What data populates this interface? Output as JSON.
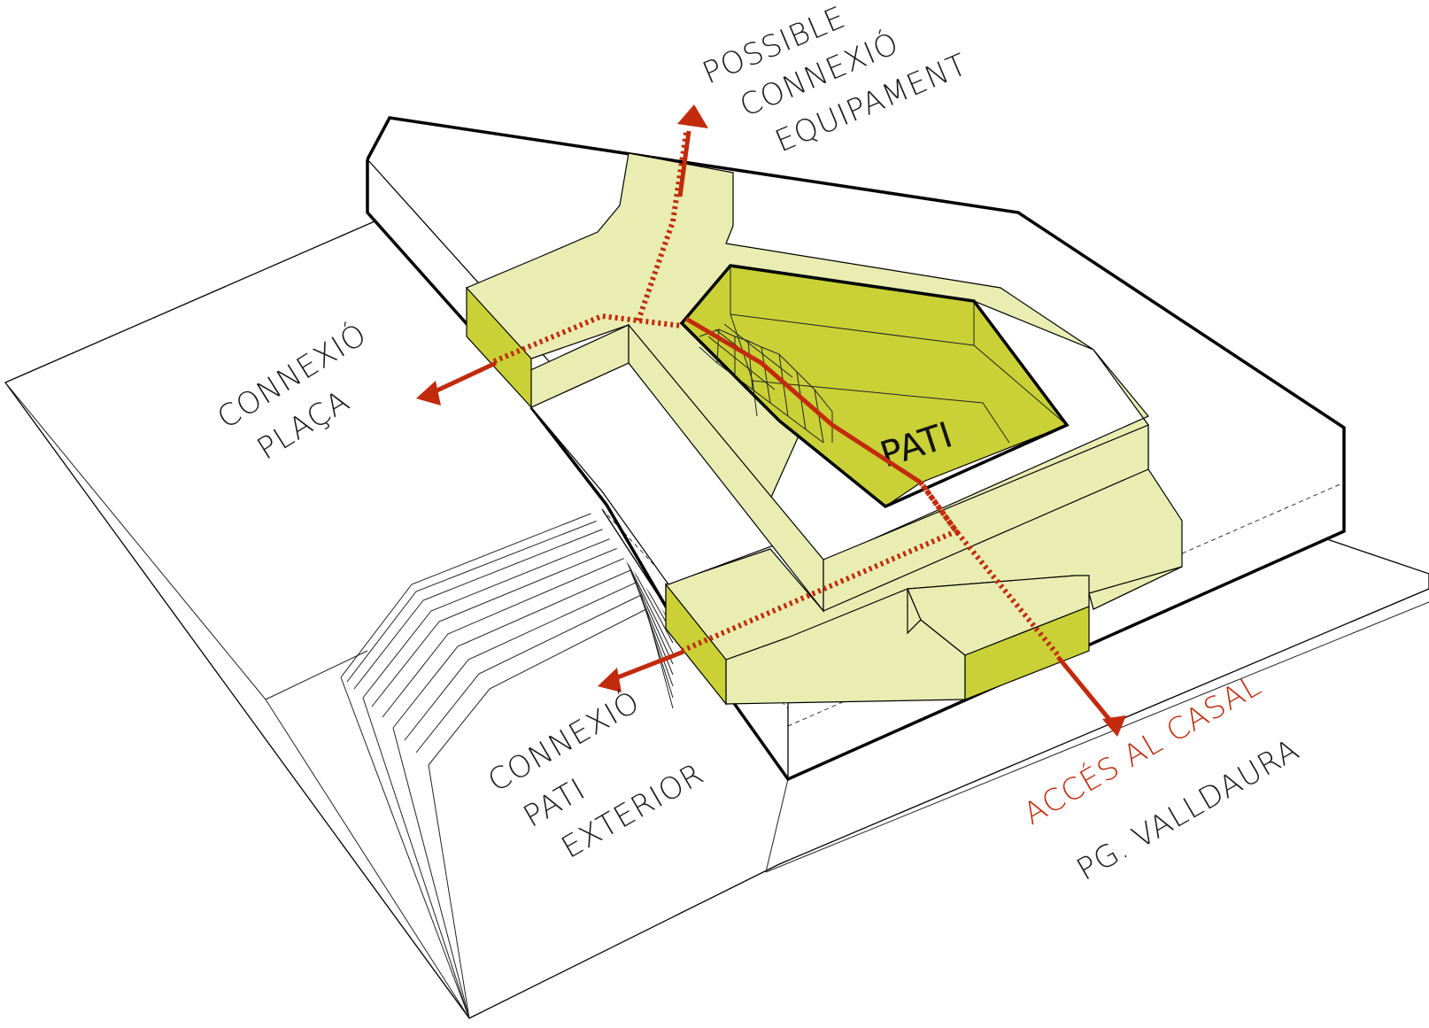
{
  "diagram": {
    "colors": {
      "volume_light": "#e9edb2",
      "volume_dark": "#c9d136",
      "route_red": "#c22a0c",
      "outline": "#000000"
    },
    "labels": {
      "possible_connexio": [
        "POSSIBLE",
        "CONNEXIÓ",
        "EQUIPAMENT"
      ],
      "connexio_placa": [
        "CONNEXIÓ",
        "PLAÇA"
      ],
      "connexio_pati_exterior": [
        "CONNEXIÓ",
        "PATI",
        "EXTERIOR"
      ],
      "acces_casal": "ACCÉS AL CASAL",
      "pg_valldaura": "PG. VALLDAURA",
      "pati": "PATI"
    }
  }
}
